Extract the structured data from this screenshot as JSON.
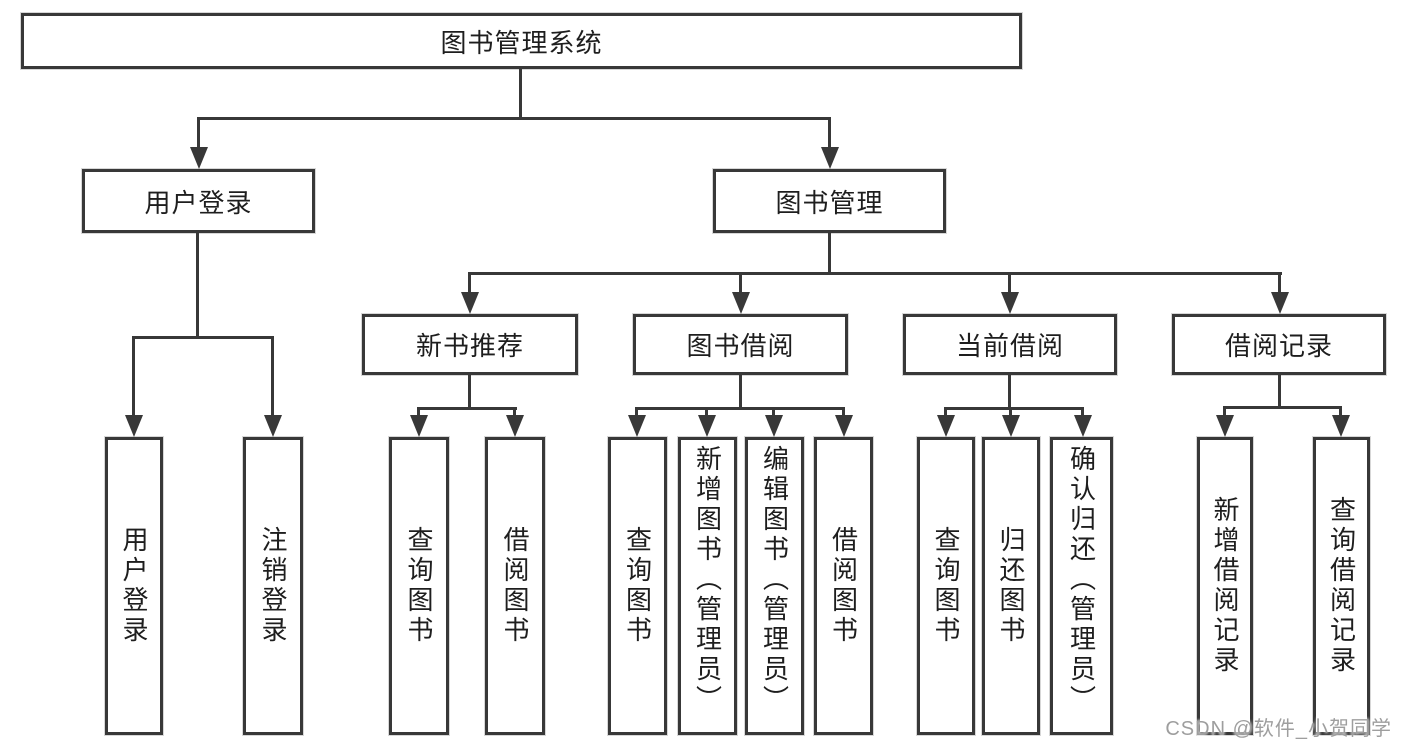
{
  "colors": {
    "line": "#383838",
    "text": "#1e1e1e",
    "bg": "#ffffff",
    "wm": "#9e9e9e"
  },
  "tree": {
    "root": {
      "label": "图书管理系统"
    },
    "branches": [
      {
        "label": "用户登录",
        "children": [
          {
            "label": "用户登录"
          },
          {
            "label": "注销登录"
          }
        ]
      },
      {
        "label": "图书管理",
        "groups": [
          {
            "label": "新书推荐",
            "children": [
              {
                "label": "查询图书"
              },
              {
                "label": "借阅图书"
              }
            ]
          },
          {
            "label": "图书借阅",
            "children": [
              {
                "label": "查询图书"
              },
              {
                "label": "新增图书（管理员）"
              },
              {
                "label": "编辑图书（管理员）"
              },
              {
                "label": "借阅图书"
              }
            ]
          },
          {
            "label": "当前借阅",
            "children": [
              {
                "label": "查询图书"
              },
              {
                "label": "归还图书"
              },
              {
                "label": "确认归还（管理员）"
              }
            ]
          },
          {
            "label": "借阅记录",
            "children": [
              {
                "label": "新增借阅记录"
              },
              {
                "label": "查询借阅记录"
              }
            ]
          }
        ]
      }
    ]
  },
  "watermark": {
    "text": "CSDN @软件_小贺同学"
  }
}
